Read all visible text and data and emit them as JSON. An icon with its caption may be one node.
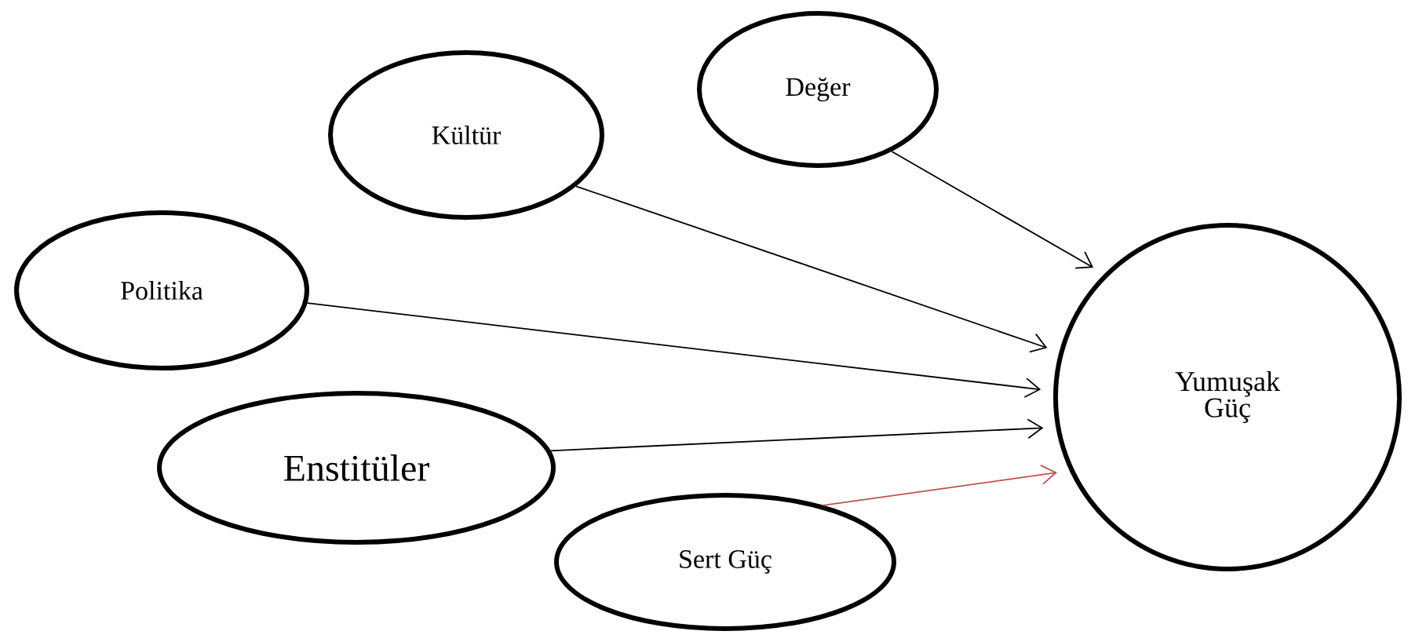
{
  "diagram": {
    "nodes": [
      {
        "text": [
          "Değer"
        ]
      },
      {
        "text": [
          "Kültür"
        ]
      },
      {
        "text": [
          "Politika"
        ]
      },
      {
        "text": [
          "Enstitüler"
        ]
      },
      {
        "text": [
          "Sert Güç"
        ]
      },
      {
        "text": [
          "Yumuşak Güç"
        ]
      }
    ],
    "edges": [
      {
        "from": 0,
        "to": 5,
        "arrow": "to"
      },
      {
        "from": 1,
        "to": 5,
        "arrow": "to"
      },
      {
        "from": 2,
        "to": 5,
        "arrow": "to"
      },
      {
        "from": 3,
        "to": 5,
        "arrow": "to"
      },
      {
        "from": 4,
        "to": 5,
        "arrow": "to",
        "color": "#c0504d"
      }
    ]
  }
}
